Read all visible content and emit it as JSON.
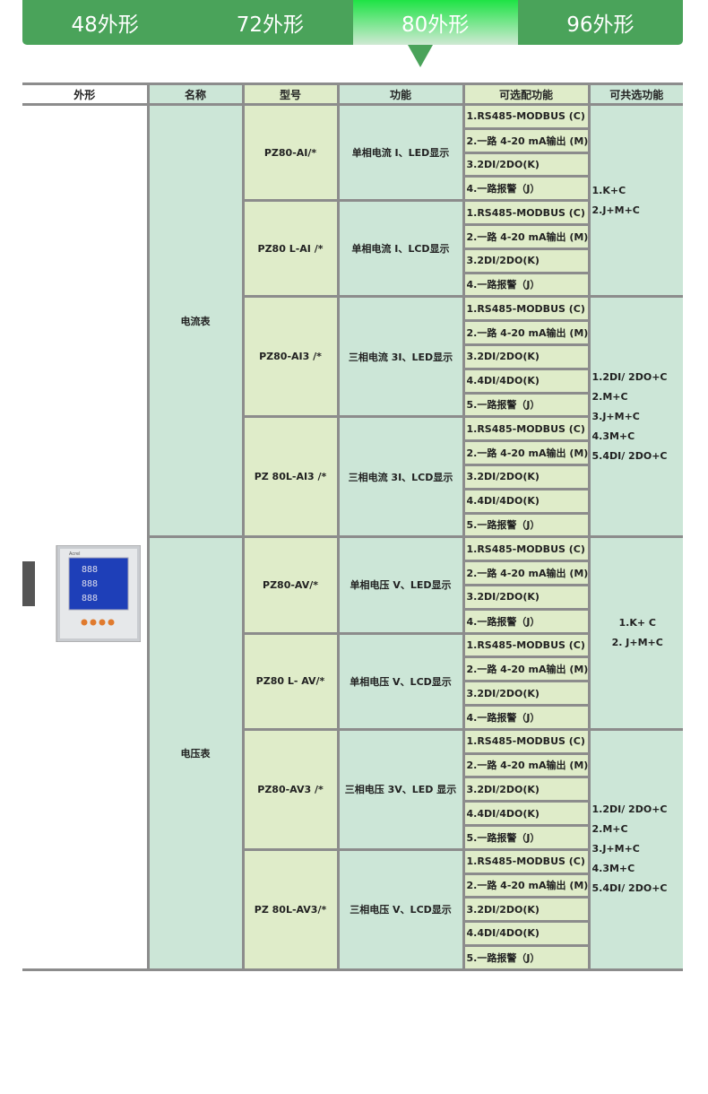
{
  "tabs": [
    {
      "label": "48外形"
    },
    {
      "label": "72外形"
    },
    {
      "label": "80外形",
      "active": true
    },
    {
      "label": "96外形"
    }
  ],
  "headers": [
    "外形",
    "名称",
    "型号",
    "功能",
    "可选配功能",
    "可共选功能"
  ],
  "meter_brand": "Acrel",
  "groups": [
    {
      "name": "电流表",
      "models": [
        {
          "model": "PZ80-AI/*",
          "function": "单相电流 I、LED显示",
          "options": [
            "1.RS485-MODBUS (C)",
            "2.一路 4-20 mA输出 (M)",
            "3.2DI/2DO(K)",
            "4.一路报警（J）"
          ],
          "combo": [
            "1.K+C",
            "2.J+M+C"
          ],
          "combo_span": 2
        },
        {
          "model": "PZ80 L-AI /*",
          "function": "单相电流 I、LCD显示",
          "options": [
            "1.RS485-MODBUS (C)",
            "2.一路 4-20 mA输出 (M)",
            "3.2DI/2DO(K)",
            "4.一路报警（J）"
          ]
        },
        {
          "model": "PZ80-AI3 /*",
          "function": "三相电流 3I、LED显示",
          "options": [
            "1.RS485-MODBUS (C)",
            "2.一路 4-20 mA输出 (M)",
            "3.2DI/2DO(K)",
            "4.4DI/4DO(K)",
            "5.一路报警（J）"
          ],
          "combo": [
            "1.2DI/ 2DO+C",
            "2.M+C",
            "3.J+M+C",
            "4.3M+C",
            "5.4DI/ 2DO+C"
          ],
          "combo_span": 2
        },
        {
          "model": "PZ 80L-AI3 /*",
          "function": "三相电流 3I、LCD显示",
          "options": [
            "1.RS485-MODBUS (C)",
            "2.一路 4-20 mA输出 (M)",
            "3.2DI/2DO(K)",
            "4.4DI/4DO(K)",
            "5.一路报警（J）"
          ]
        }
      ]
    },
    {
      "name": "电压表",
      "models": [
        {
          "model": "PZ80-AV/*",
          "function": "单相电压 V、LED显示",
          "options": [
            "1.RS485-MODBUS (C)",
            "2.一路 4-20 mA输出 (M)",
            "3.2DI/2DO(K)",
            "4.一路报警（J）"
          ],
          "combo": [
            "1.K+ C",
            "2. J+M+C"
          ],
          "combo_span": 2,
          "combo_center": true
        },
        {
          "model": "PZ80 L- AV/*",
          "function": "单相电压 V、LCD显示",
          "options": [
            "1.RS485-MODBUS (C)",
            "2.一路 4-20 mA输出 (M)",
            "3.2DI/2DO(K)",
            "4.一路报警（J）"
          ]
        },
        {
          "model": "PZ80-AV3 /*",
          "function": "三相电压 3V、LED 显示",
          "options": [
            "1.RS485-MODBUS (C)",
            "2.一路 4-20 mA输出 (M)",
            "3.2DI/2DO(K)",
            "4.4DI/4DO(K)",
            "5.一路报警（J）"
          ],
          "combo": [
            "1.2DI/ 2DO+C",
            "2.M+C",
            "3.J+M+C",
            "4.3M+C",
            "5.4DI/ 2DO+C"
          ],
          "combo_span": 2
        },
        {
          "model": "PZ 80L-AV3/*",
          "function": "三相电压 V、LCD显示",
          "options": [
            "1.RS485-MODBUS (C)",
            "2.一路 4-20 mA输出 (M)",
            "3.2DI/2DO(K)",
            "4.4DI/4DO(K)",
            "5.一路报警（J）"
          ]
        }
      ]
    }
  ]
}
